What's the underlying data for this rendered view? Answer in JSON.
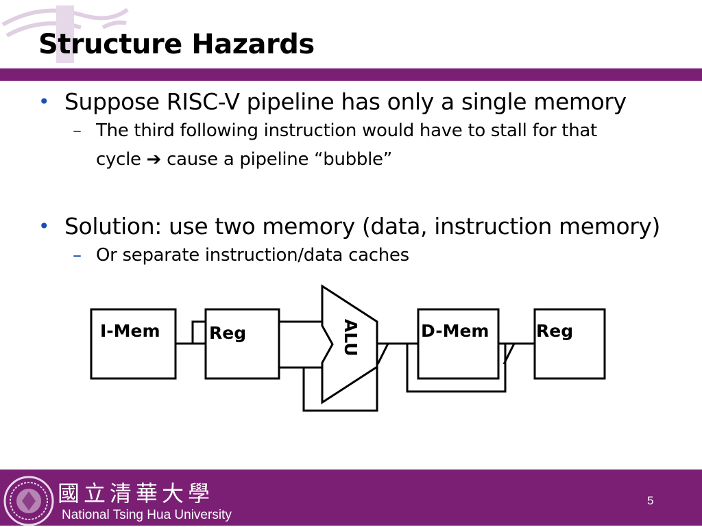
{
  "slide": {
    "title": "Structure Hazards",
    "bullets": [
      {
        "text": "Suppose RISC-V pipeline has only a single memory",
        "sub": [
          "The third following instruction would have to stall for that",
          "cycle ➔ cause a pipeline “bubble”"
        ]
      },
      {
        "text": "Solution: use two memory (data, instruction memory)",
        "sub": [
          "Or separate instruction/data caches"
        ]
      }
    ]
  },
  "diagram": {
    "imem_label": "I-Mem",
    "reg1_label": "Reg",
    "alu_label": "ALU",
    "dmem_label": "D-Mem",
    "reg2_label": "Reg"
  },
  "footer": {
    "university_cn": "國立清華大學",
    "university_en": "National Tsing Hua University",
    "page_number": "5"
  },
  "colors": {
    "accent": "#7a1f74",
    "bullet": "#1a4fb4"
  }
}
